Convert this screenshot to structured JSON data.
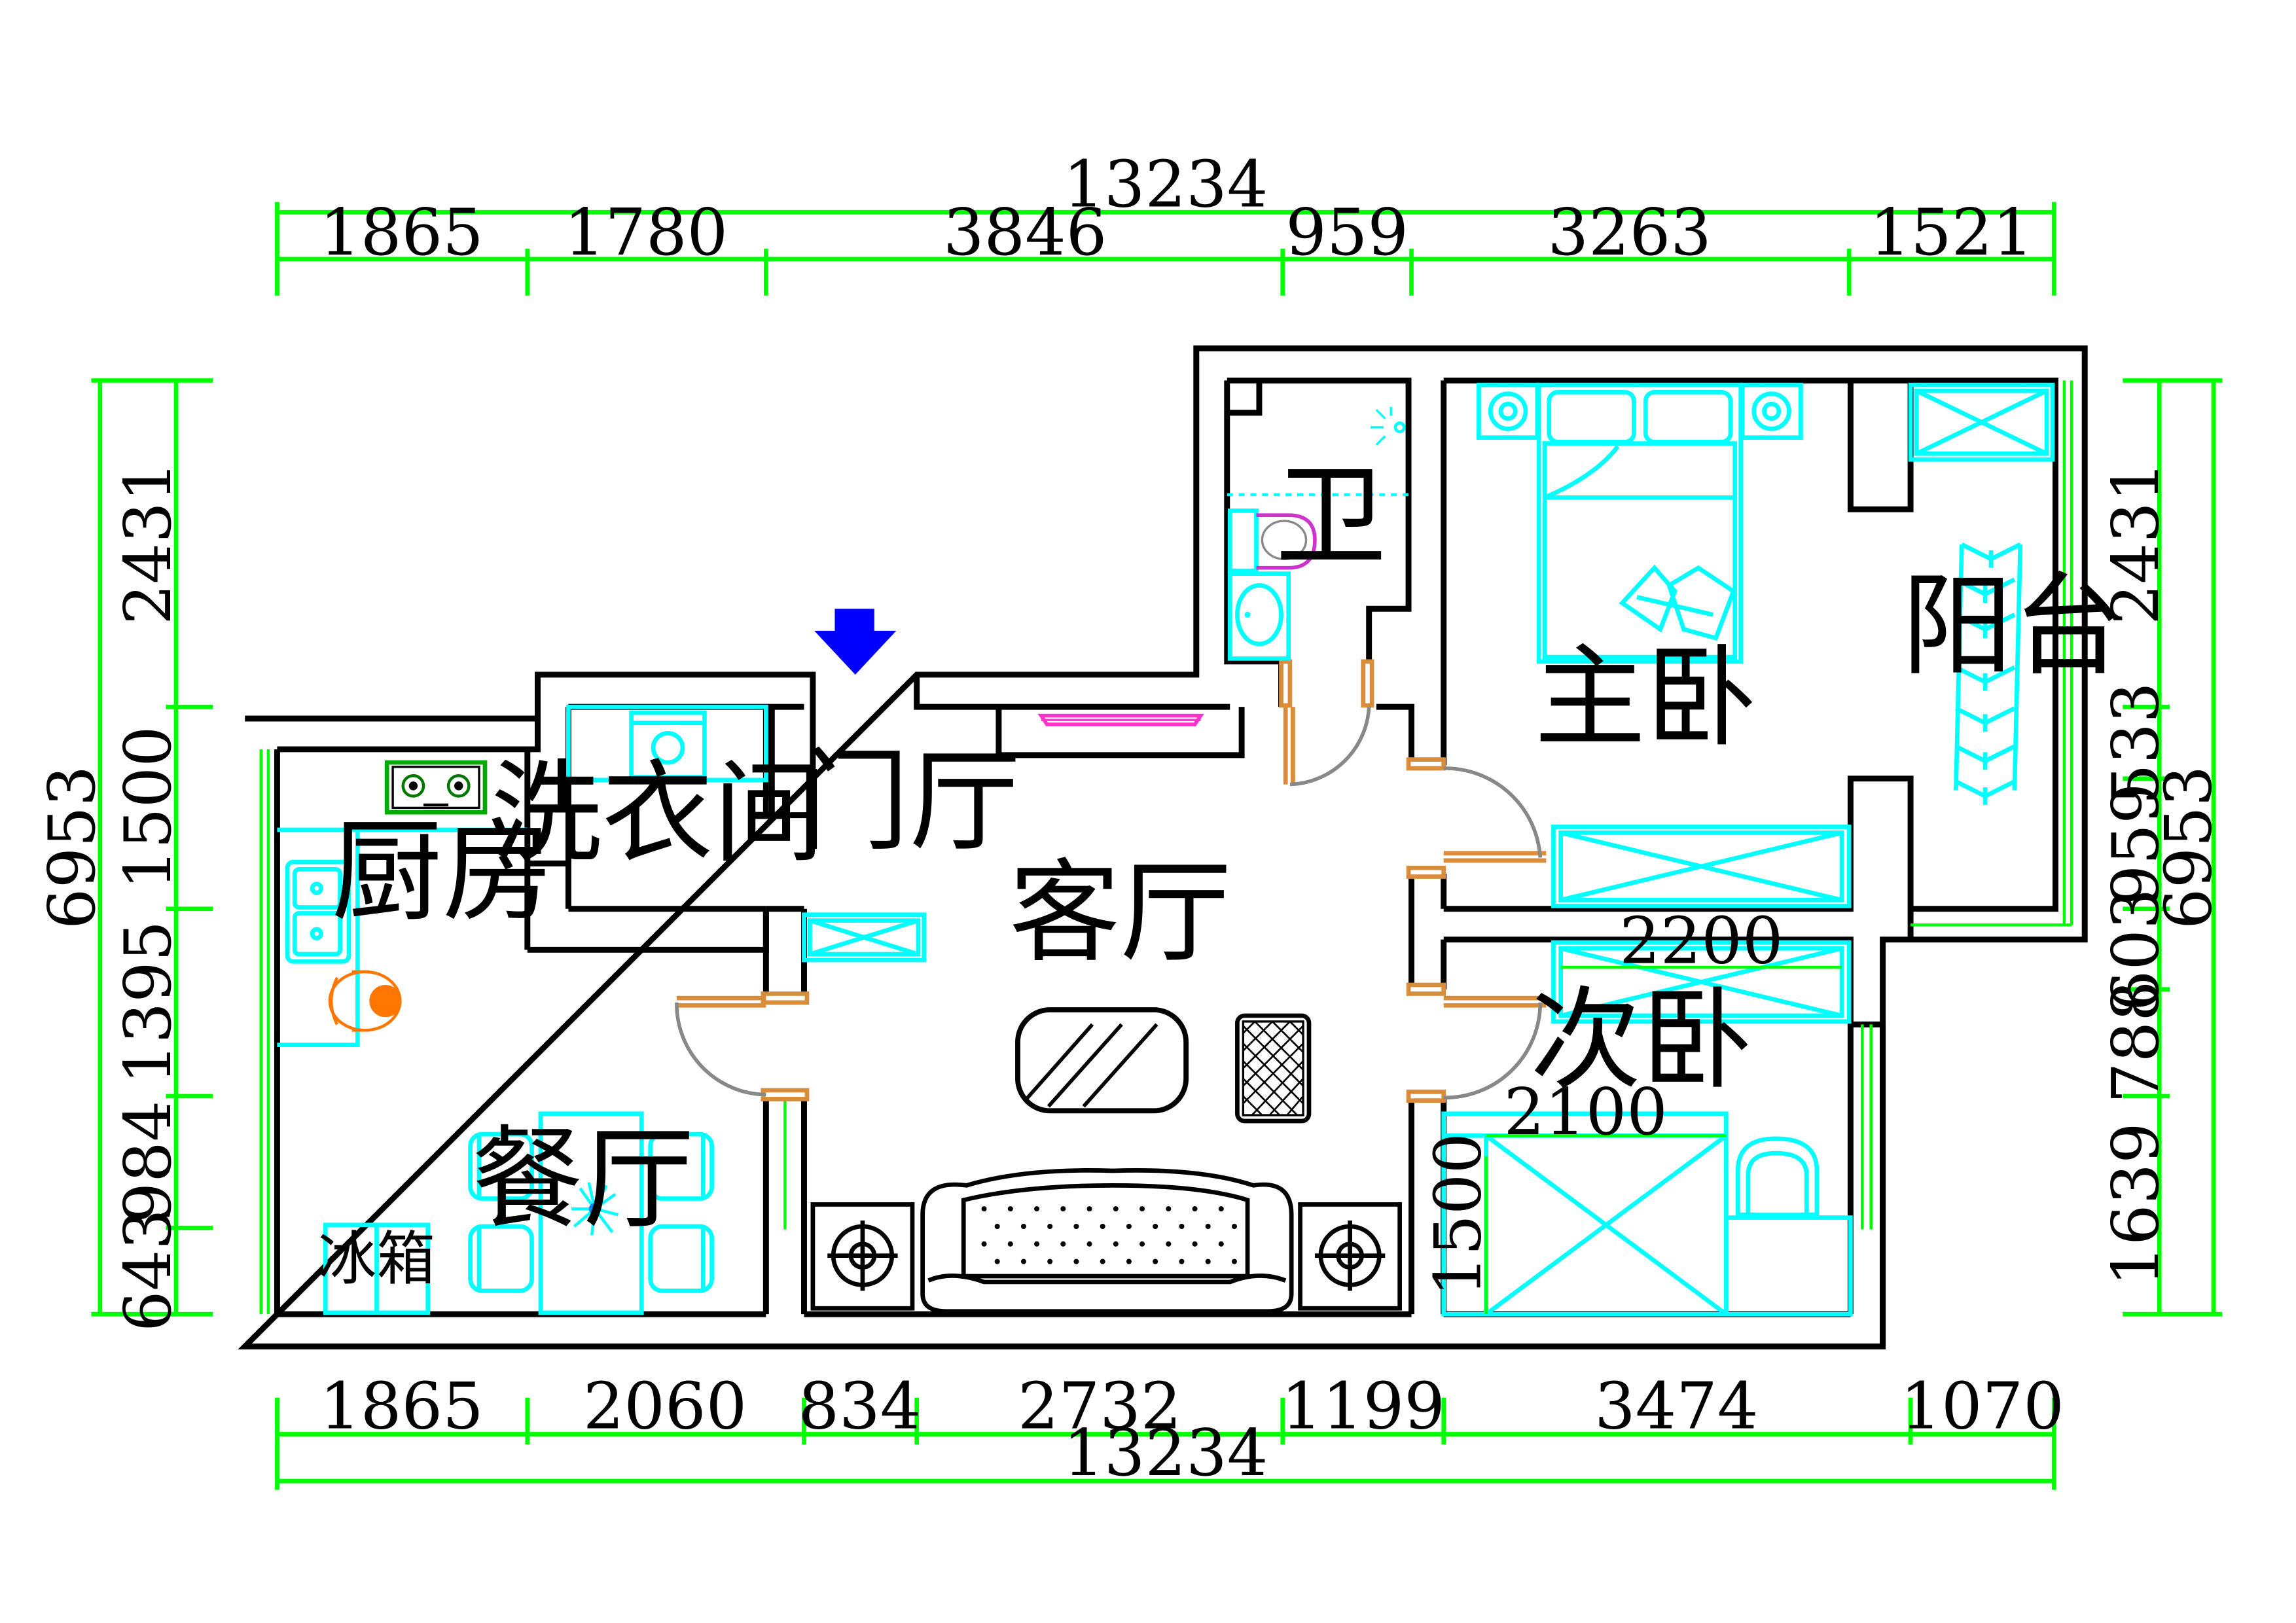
{
  "dimensions": {
    "top_total": "13234",
    "top_segments": [
      "1865",
      "1780",
      "3846",
      "959",
      "3263",
      "1521"
    ],
    "bottom_segments": [
      "1865",
      "2060",
      "834",
      "2732",
      "1199",
      "3474",
      "1070"
    ],
    "bottom_total": "13234",
    "left_total": "6953",
    "left_segments": [
      "2431",
      "1500",
      "1395",
      "984",
      "643"
    ],
    "right_segments": [
      "2431",
      "533",
      "959",
      "603",
      "788",
      "1639"
    ],
    "right_total": "6953"
  },
  "rooms": {
    "bathroom": "卫",
    "master_bedroom": "主卧",
    "balcony": "阳台",
    "laundry": "洗衣间",
    "entrance": "门厅",
    "kitchen": "厨房",
    "living_room": "客厅",
    "second_bedroom": "次卧",
    "dining_room": "餐厅"
  },
  "furniture": {
    "fridge": "冰箱",
    "wardrobe_width": "2200",
    "bed_width": "2100",
    "bed_length": "1500"
  },
  "colors": {
    "dimension": "#00ff00",
    "furniture": "#00ffff",
    "wall": "#000000",
    "entry_arrow": "#0000ff",
    "door_jamb": "#d98c3a",
    "tv_unit": "#ff33cc",
    "chef_figure": "#ff7700"
  },
  "icons": [
    "entry-arrow-icon",
    "stove-icon",
    "sink-icon",
    "toilet-icon",
    "washbasin-icon",
    "shower-icon",
    "washing-machine-icon",
    "plant-icon"
  ]
}
